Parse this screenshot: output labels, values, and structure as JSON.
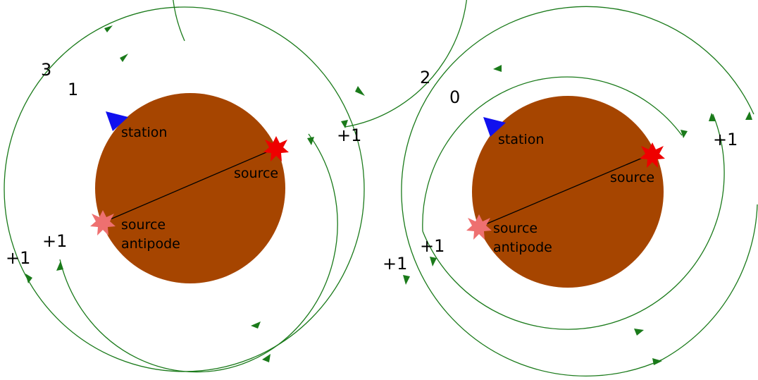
{
  "colors": {
    "planet": "#a64500",
    "ray_path": "#1a7a1a",
    "station_marker": "#1010ee",
    "source_star": "#ee0000",
    "antipode_star": "#ee7070",
    "chord": "#000000"
  },
  "icons": {
    "station": "blue-triangle-icon",
    "source": "red-star-icon",
    "antipode": "pink-star-icon"
  },
  "panels": [
    {
      "station_label": "station",
      "source_label": "source",
      "antipode_label_1": "source",
      "antipode_label_2": "antipode",
      "outer_count": "3",
      "inner_count": "1",
      "inner_right_increment": "+1",
      "inner_left_increment": "+1",
      "outer_left_increment": "+1"
    },
    {
      "station_label": "station",
      "source_label": "source",
      "antipode_label_1": "source",
      "antipode_label_2": "antipode",
      "outer_count": "2",
      "inner_count": "0",
      "inner_right_increment": "+1",
      "inner_left_increment": "+1",
      "outer_left_increment": "+1"
    }
  ]
}
